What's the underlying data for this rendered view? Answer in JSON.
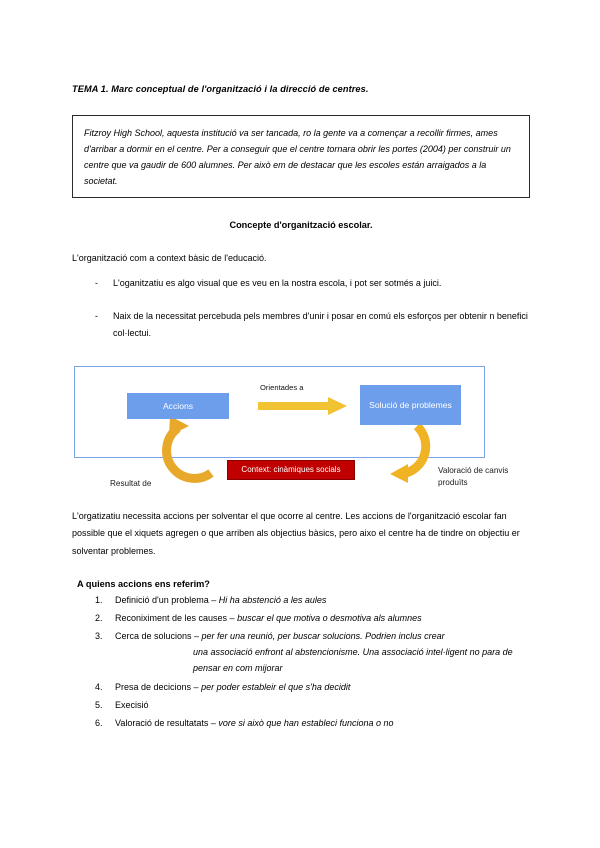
{
  "document": {
    "title": "TEMA 1. Marc conceptual de l'organització i la direcció de centres.",
    "quote": "Fitzroy High School, aquesta institució va ser tancada, ro la gente va a començar a recollir firmes, ames d'arribar a dormir en el centre. Per a conseguir que el centre tornara obrir les portes (2004) per construir un centre que va gaudir  de 600 alumnes.  Per això em de destacar que les escoles están arraigados a la societat.",
    "section_title": "Concepte d'organització escolar.",
    "intro": "L'organització com a context bàsic de l'educació.",
    "dash_items": [
      "L'oganitzatiu es algo visual que es veu en la nostra escola, i pot ser sotmés a juici.",
      "Naix de la necessitat percebuda pels membres d'unir i posar en comú els esforços per obtenir n benefici col·lectui."
    ],
    "body_paragraph": "L'orgatizatiu necessita accions per solventar el que ocorre al centre. Les accions de l'organització escolar fan possible que el xiquets agregen o que arriben als objectius bàsics, pero aixo el centre ha de tindre on objectiu er solventar problemes.",
    "question": "A quiens accions ens referim?",
    "numbered_items": [
      {
        "label": "Definició d'un problema – ",
        "emphasis": "Hi ha abstenció a les aules",
        "continuation": ""
      },
      {
        "label": "Reconiximent de les causes – ",
        "emphasis": "buscar el que motiva o desmotiva als alumnes",
        "continuation": ""
      },
      {
        "label": "Cerca de solucions – ",
        "emphasis": "per fer una reunió, per buscar solucions. Podrien inclus crear",
        "continuation": "una associació enfront al abstencionisme.  Una associació intel·ligent no para de pensar en com mijorar"
      },
      {
        "label": "Presa de decicions – ",
        "emphasis": "per poder estableir el que s'ha decidit",
        "continuation": ""
      },
      {
        "label": "Execisió",
        "emphasis": "",
        "continuation": ""
      },
      {
        "label": "Valoració de resultatats – ",
        "emphasis": "vore si això que han estableci funciona o no",
        "continuation": ""
      }
    ]
  },
  "diagram": {
    "node_actions": "Accions",
    "node_solution": "Solució de problemes",
    "edge_label": "Orientades a",
    "context_badge": "Context: cinàmiques socials",
    "label_result": "Resultat de",
    "label_valoracio": "Valoració de canvis produïts",
    "colors": {
      "node_fill": "#6d9eeb",
      "frame_border": "#7ba4e8",
      "arrow": "#f1c232",
      "arrow_dark": "#bf9000",
      "badge_fill": "#c00000"
    }
  }
}
